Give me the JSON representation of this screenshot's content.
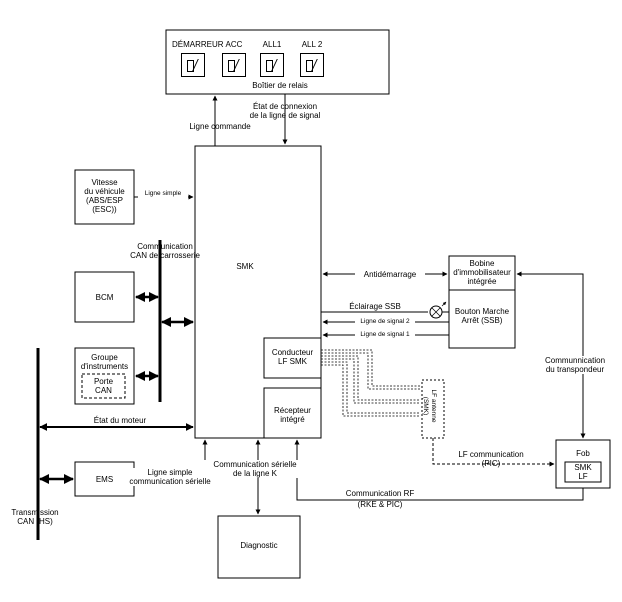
{
  "relay_box": {
    "title": "Boîtier de relais",
    "relays": [
      "DÉMARREUR",
      "ACC",
      "ALL1",
      "ALL 2"
    ]
  },
  "smk": {
    "label": "SMK"
  },
  "lf_driver": {
    "line1": "Conducteur",
    "line2": "LF SMK"
  },
  "receiver": {
    "line1": "Récepteur",
    "line2": "intégré"
  },
  "vehicle_speed": {
    "line1": "Vitesse",
    "line2": "du véhicule",
    "line3": "(ABS/ESP",
    "line4": "(ESC))"
  },
  "bcm": {
    "label": "BCM"
  },
  "cluster": {
    "line1": "Groupe",
    "line2": "d'instruments",
    "gateway1": "Porte",
    "gateway2": "CAN"
  },
  "ems": {
    "label": "EMS"
  },
  "diagnostic": {
    "label": "Diagnostic"
  },
  "immobilizer": {
    "line1": "Bobine",
    "line2": "d'immobilisateur",
    "line3": "intégrée"
  },
  "ssb": {
    "line1": "Bouton Marche",
    "line2": "Arrêt (SSB)"
  },
  "antenna": {
    "line1": "LF antenne",
    "line2": "(SMK)"
  },
  "fob": {
    "title": "Fob",
    "inner1": "SMK",
    "inner2": "LF"
  },
  "labels": {
    "line_command": "Ligne commande",
    "signal_status_1": "État de connexion",
    "signal_status_2": "de la ligne de signal",
    "simple_line": "Ligne simple",
    "can_body_1": "Communication",
    "can_body_2": "CAN de carrosserie",
    "antistart": "Antidémarrage",
    "ssb_lighting": "Éclairage SSB",
    "signal_line_2": "Ligne de signal 2",
    "signal_line_1": "Ligne de signal 1",
    "transponder_1": "Communnication",
    "transponder_2": "du transpondeur",
    "engine_state": "État du moteur",
    "lf_comm_1": "LF communication",
    "lf_comm_2": "(PIC)",
    "k_line_1": "Communication sérielle",
    "k_line_2": "de la ligne K",
    "simple_serial_1": "Ligne simple",
    "simple_serial_2": "communication sérielle",
    "rf_comm_1": "Communication RF",
    "rf_comm_2": "(RKE & PIC)",
    "can_hs_1": "Transmission",
    "can_hs_2": "CAN (HS)"
  }
}
